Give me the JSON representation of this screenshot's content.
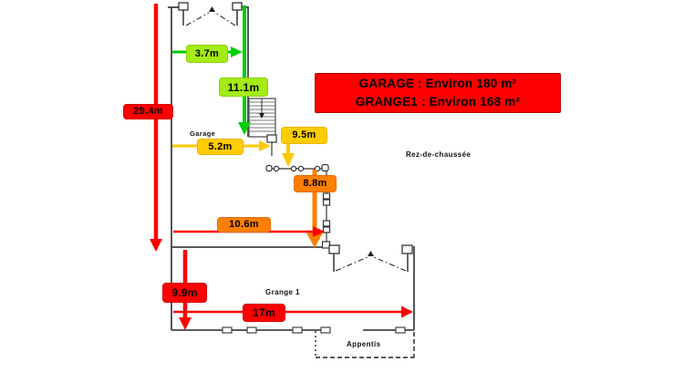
{
  "diagram": {
    "info_box": {
      "line1": "GARAGE : Environ 180 m²",
      "line2": "GRANGE1 : Environ 168 m²"
    },
    "labels": {
      "garage": "Garage",
      "grange": "Grange 1",
      "appentis": "Appentis",
      "rez_de_chaussee": "Rez-de-chaussée"
    },
    "measurements": {
      "m29_4": "29.4m",
      "m3_7": "3.7m",
      "m11_1": "11.1m",
      "m5_2": "5.2m",
      "m9_5": "9.5m",
      "m8_8": "8.8m",
      "m10_6": "10.6m",
      "m9_9": "9.9m",
      "m17": "17m"
    },
    "colors": {
      "red": "#ff0000",
      "orange": "#ff7f00",
      "yellow": "#ffcc00",
      "chartreuse": "#a3ec13",
      "green": "#00cc00",
      "wall": "#444444"
    }
  }
}
